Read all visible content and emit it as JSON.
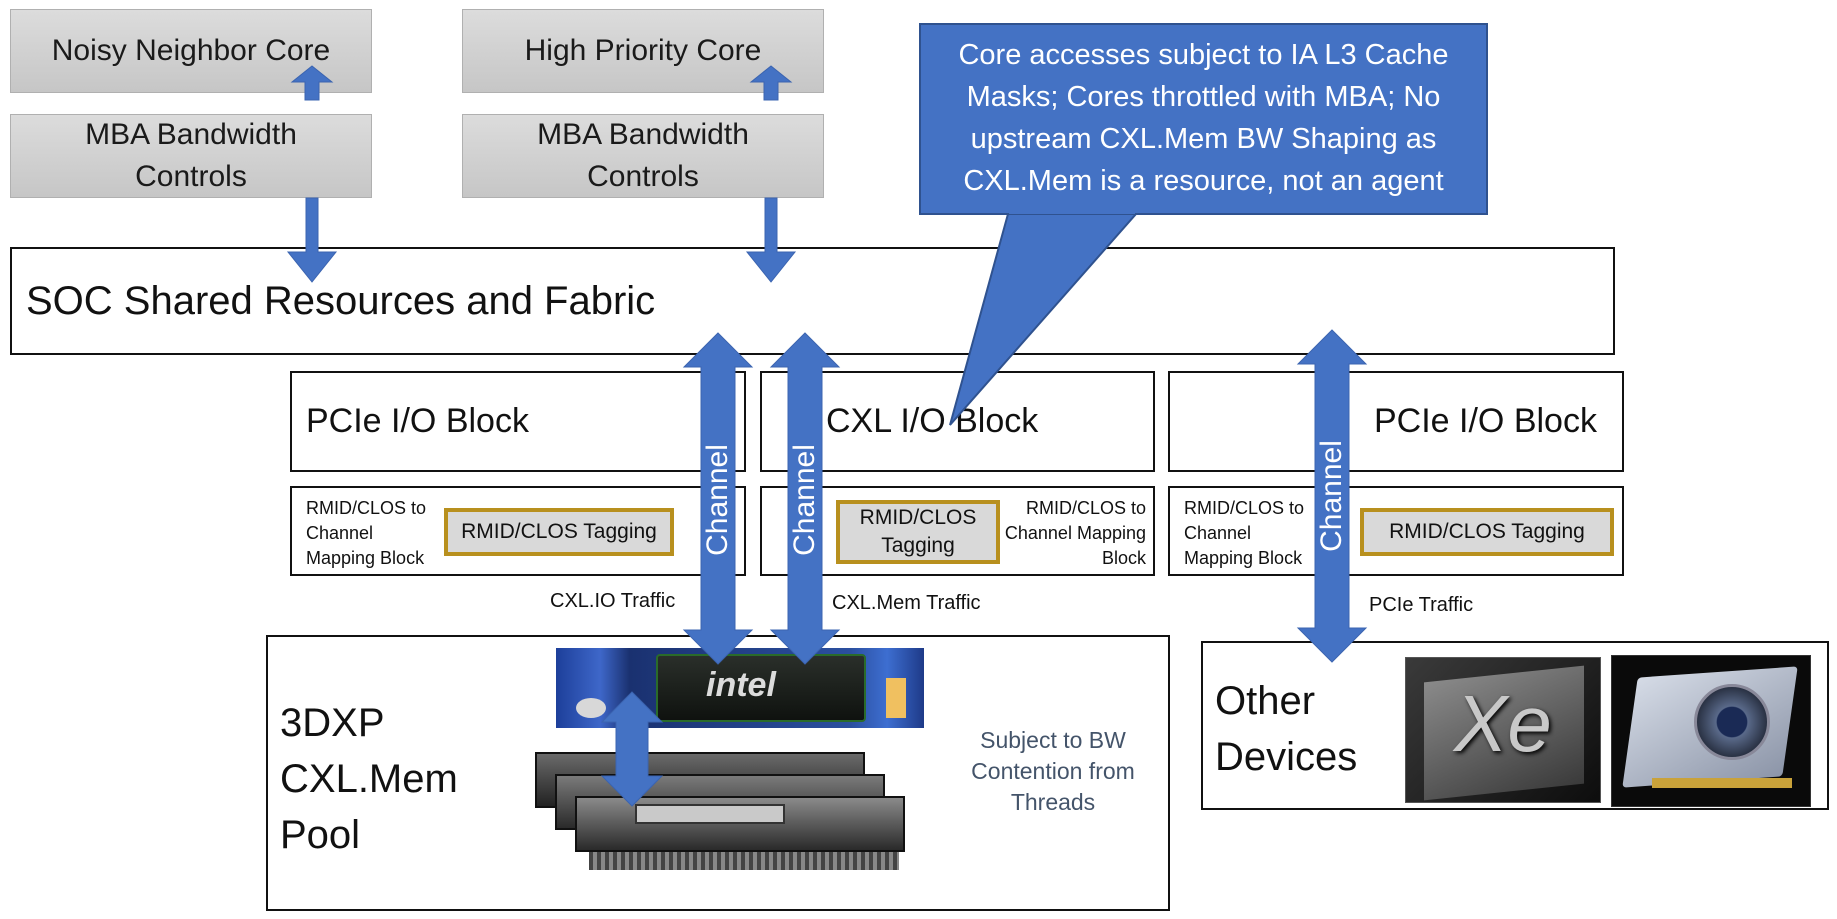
{
  "cores": {
    "noisy_neighbor": "Noisy Neighbor Core",
    "high_priority": "High Priority Core",
    "mba_left": "MBA Bandwidth Controls",
    "mba_right": "MBA Bandwidth Controls"
  },
  "callout": {
    "text": "Core accesses subject to IA L3 Cache Masks; Cores throttled with MBA; No upstream CXL.Mem BW Shaping as CXL.Mem is a resource, not an agent"
  },
  "soc": {
    "title": "SOC Shared Resources and Fabric"
  },
  "io_blocks": [
    {
      "title": "PCIe I/O Block",
      "mapping": "RMID/CLOS to Channel Mapping Block",
      "tagging": "RMID/CLOS Tagging"
    },
    {
      "title": "CXL I/O Block",
      "mapping": "RMID/CLOS to Channel Mapping Block",
      "tagging": "RMID/CLOS Tagging"
    },
    {
      "title": "PCIe I/O Block",
      "mapping": "RMID/CLOS to Channel Mapping Block",
      "tagging": "RMID/CLOS Tagging"
    }
  ],
  "channels": [
    "Channel",
    "Channel",
    "Channel"
  ],
  "traffic": {
    "cxl_io": "CXL.IO Traffic",
    "cxl_mem": "CXL.Mem Traffic",
    "pcie": "PCIe Traffic"
  },
  "pool": {
    "title": "3DXP CXL.Mem Pool",
    "chip_brand": "intel",
    "note": "Subject to BW Contention from Threads"
  },
  "devices": {
    "title": "Other Devices",
    "card_logo": "Xe"
  },
  "colors": {
    "arrow_blue": "#4472c4",
    "callout_blue": "#4472c4",
    "tag_border": "#b8901e",
    "note_text": "#44546a"
  },
  "icons": [
    "memory-chip-image",
    "dimm-module-image",
    "gpu-card-image",
    "graphics-card-image"
  ]
}
